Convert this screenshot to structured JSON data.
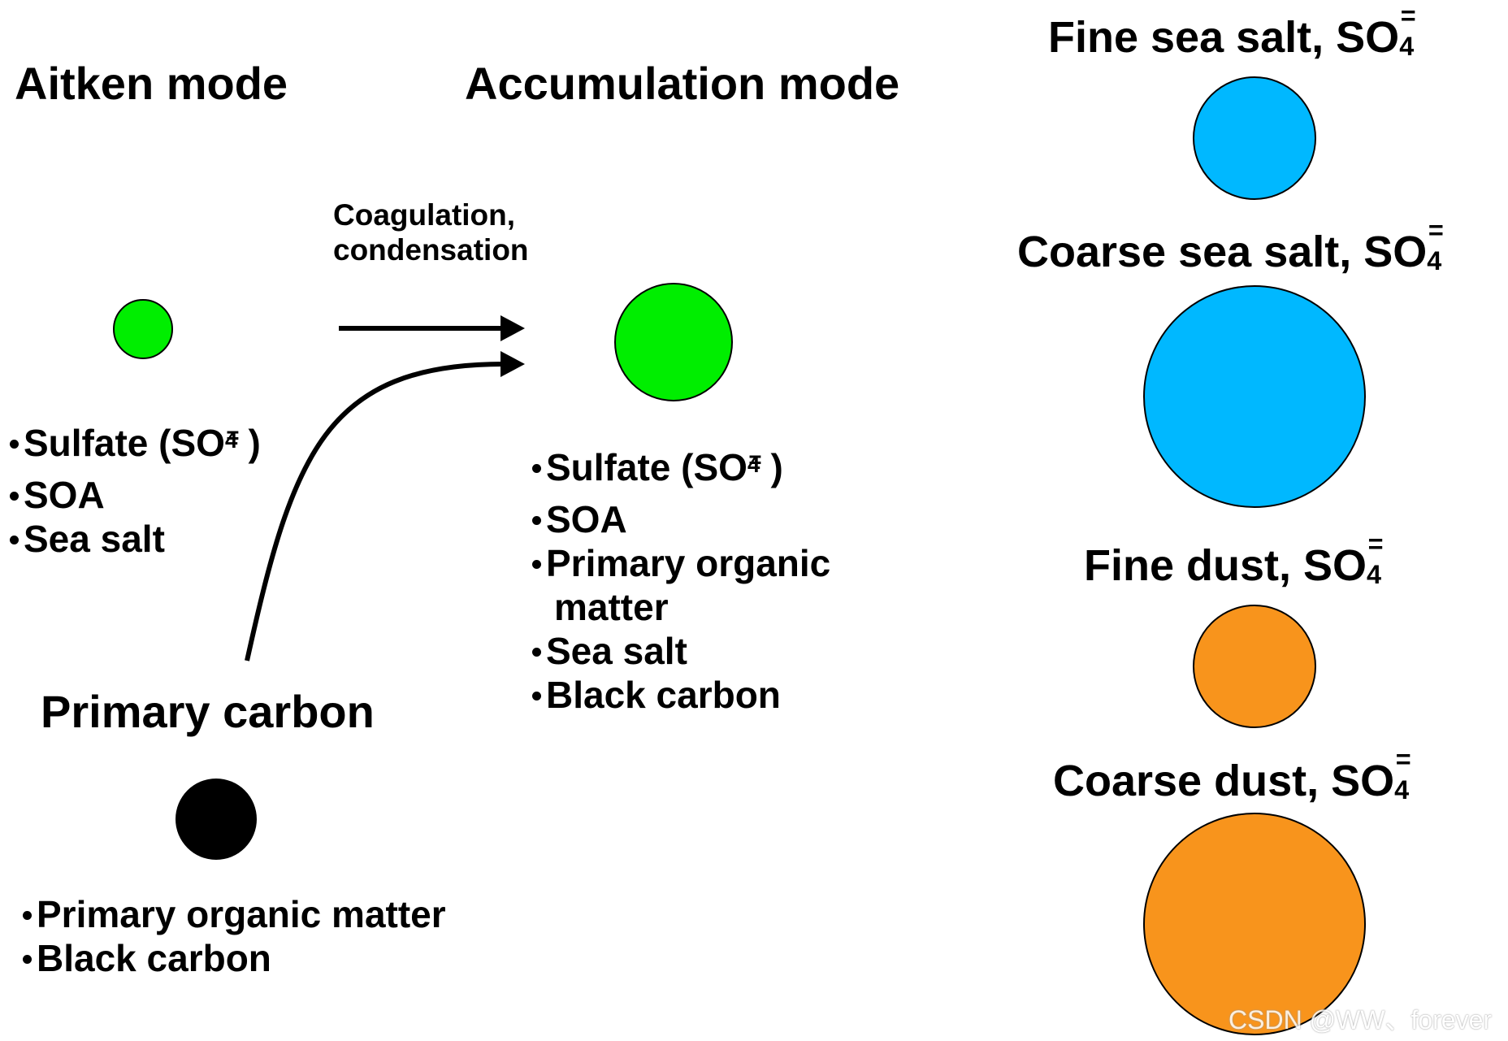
{
  "colors": {
    "green": "#00ee00",
    "blue": "#00b8ff",
    "orange": "#f8941c",
    "black": "#000000"
  },
  "aitken": {
    "title": "Aitken mode",
    "items": [
      "Sulfate (SO",
      "4",
      "=",
      ")",
      "SOA",
      "Sea salt"
    ]
  },
  "accumulation": {
    "title": "Accumulation mode",
    "items": [
      "Sulfate (SO",
      "4",
      "=",
      ")",
      "SOA",
      "Primary organic",
      "matter",
      "Sea salt",
      "Black carbon"
    ]
  },
  "arrow_label": {
    "line1": "Coagulation,",
    "line2": "condensation"
  },
  "primary_carbon": {
    "title": "Primary carbon",
    "items": [
      "Primary organic matter",
      "Black carbon"
    ]
  },
  "coarse_modes": {
    "fine_sea_salt": "Fine sea salt, SO",
    "coarse_sea_salt": "Coarse sea salt, SO",
    "fine_dust": "Fine dust, SO",
    "coarse_dust": "Coarse dust, SO",
    "subscript": "4",
    "superscript": "="
  },
  "watermark": "CSDN @WW、forever"
}
